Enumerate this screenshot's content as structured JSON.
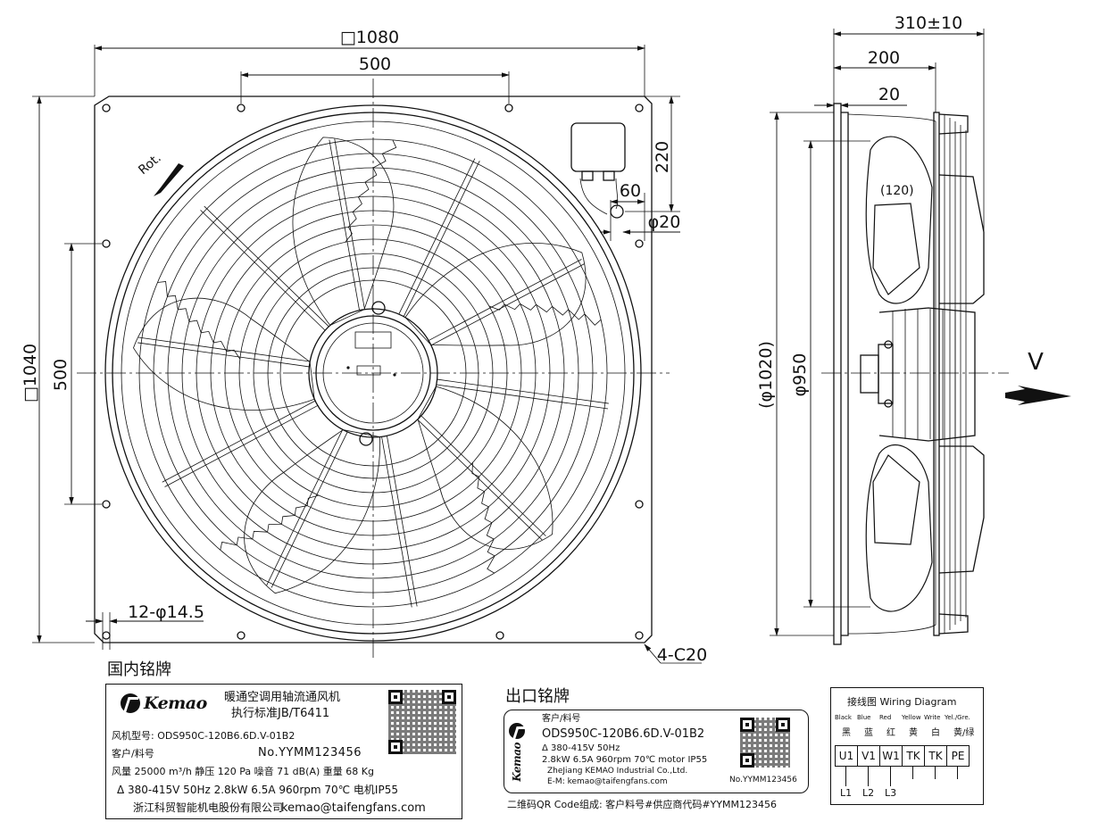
{
  "front_view": {
    "dimensions": {
      "width": "□1080",
      "bolt_spacing_h": "500",
      "height": "□1040",
      "bolt_spacing_v": "500",
      "box_offset": "220",
      "cable_offset": "60",
      "cable_dia": "φ20",
      "holes": "12-φ14.5",
      "corner": "4-C20",
      "rotation": "Rot."
    }
  },
  "side_view": {
    "dimensions": {
      "depth_total": "310±10",
      "depth_mid": "200",
      "flange": "20",
      "blade_angle": "(120)",
      "outer_dia": "(φ1020)",
      "inner_dia": "φ950",
      "airflow": "V"
    }
  },
  "domestic_plate": {
    "section_title": "国内铭牌",
    "brand": "Kemao",
    "product_name": "暖通空调用轴流通风机",
    "standard": "执行标准JB/T6411",
    "model": "风机型号: ODS950C-120B6.6D.V-01B2",
    "customer_label": "客户/料号",
    "customer_no": "No.YYMM123456",
    "performance": "风量 25000 m³/h  静压 120 Pa  噪音 71 dB(A)  重量 68 Kg",
    "electrical": "Δ 380-415V 50Hz 2.8kW 6.5A 960rpm 70℃ 电机IP55",
    "company": "浙江科贸智能机电股份有限公司",
    "email": "kemao@taifengfans.com"
  },
  "export_plate": {
    "section_title": "出口铭牌",
    "brand": "Kemao",
    "customer_label": "客户/料号",
    "model": "ODS950C-120B6.6D.V-01B2",
    "voltage": "Δ 380-415V 50Hz",
    "specs": "2.8kW 6.5A 960rpm 70℃ motor IP55",
    "company": "ZheJiang KEMAO Industrial Co.,Ltd.",
    "email": "E-M: kemao@taifengfans.com",
    "number": "No.YYMM123456",
    "qr_note": "二维码QR Code组成: 客户料号#供应商代码#YYMM123456"
  },
  "wiring": {
    "title": "接线图  Wiring Diagram",
    "colors_en": [
      "Black",
      "Blue",
      "Red",
      "Yellow",
      "Write",
      "Yel./Gre."
    ],
    "colors_cn": [
      "黑",
      "蓝",
      "红",
      "黄",
      "白",
      "黄/绿"
    ],
    "terminals": [
      "U1",
      "V1",
      "W1",
      "TK",
      "TK",
      "PE"
    ],
    "lines": [
      "L1",
      "L2",
      "L3"
    ]
  },
  "icons": [
    "kemao-logo-icon",
    "qr-code-icon",
    "ground-icon",
    "airflow-arrow-icon",
    "rotation-arrow-icon"
  ]
}
